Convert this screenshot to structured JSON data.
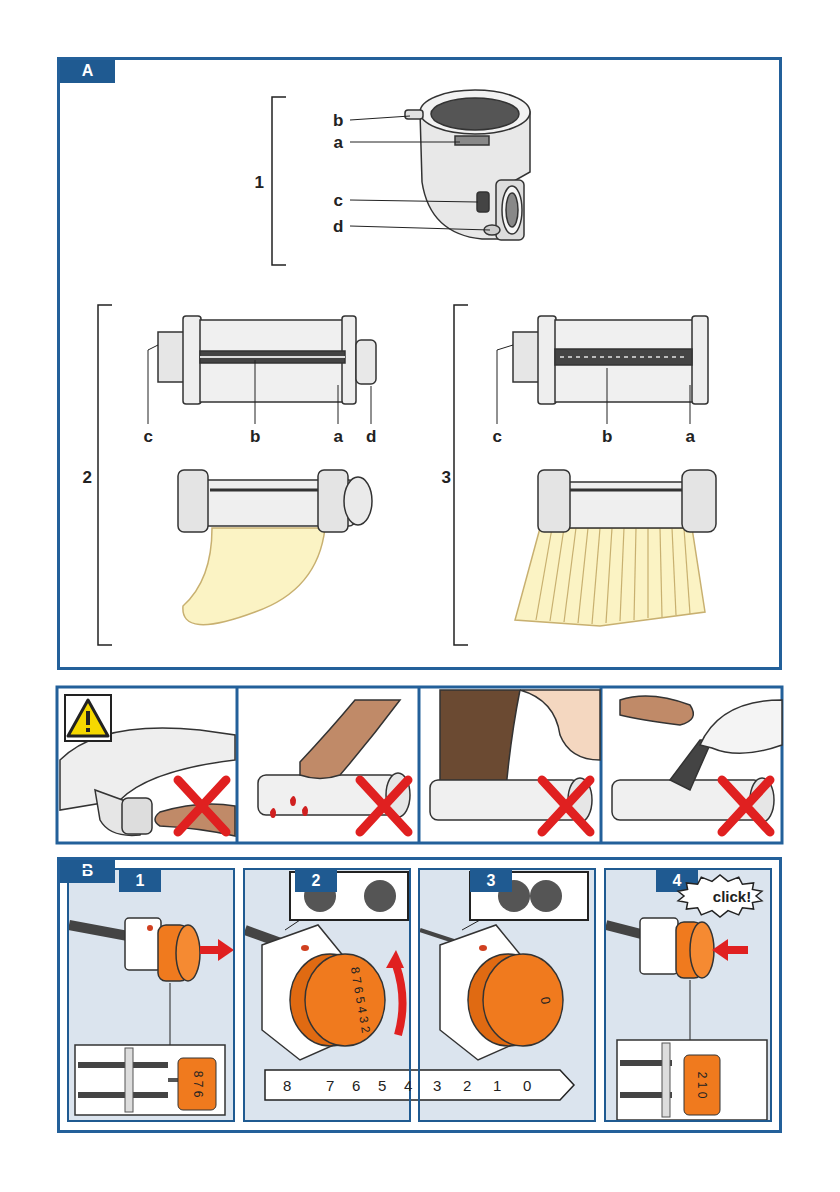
{
  "diagram": {
    "nodes": [
      {
        "text": [
          "A"
        ]
      },
      {
        "text": [
          "B"
        ]
      },
      {
        "text": [
          "1"
        ],
        "in": 1
      },
      {
        "text": [
          "2"
        ],
        "in": 1
      },
      {
        "text": [
          "3"
        ],
        "in": 1
      },
      {
        "text": [
          "4"
        ],
        "in": 1
      },
      {
        "text": [
          "click!"
        ],
        "in": 5
      }
    ],
    "edges": [],
    "labels": [
      "1",
      "b",
      "a",
      "c",
      "d",
      "2",
      "c",
      "b",
      "a",
      "d",
      "3",
      "c",
      "b",
      "a",
      "8 7 6",
      "8 7 6 5 4 3 2",
      "8",
      "7",
      "6",
      "5",
      "4",
      "3",
      "2",
      "1",
      "0",
      "0",
      "2 1 0"
    ]
  }
}
